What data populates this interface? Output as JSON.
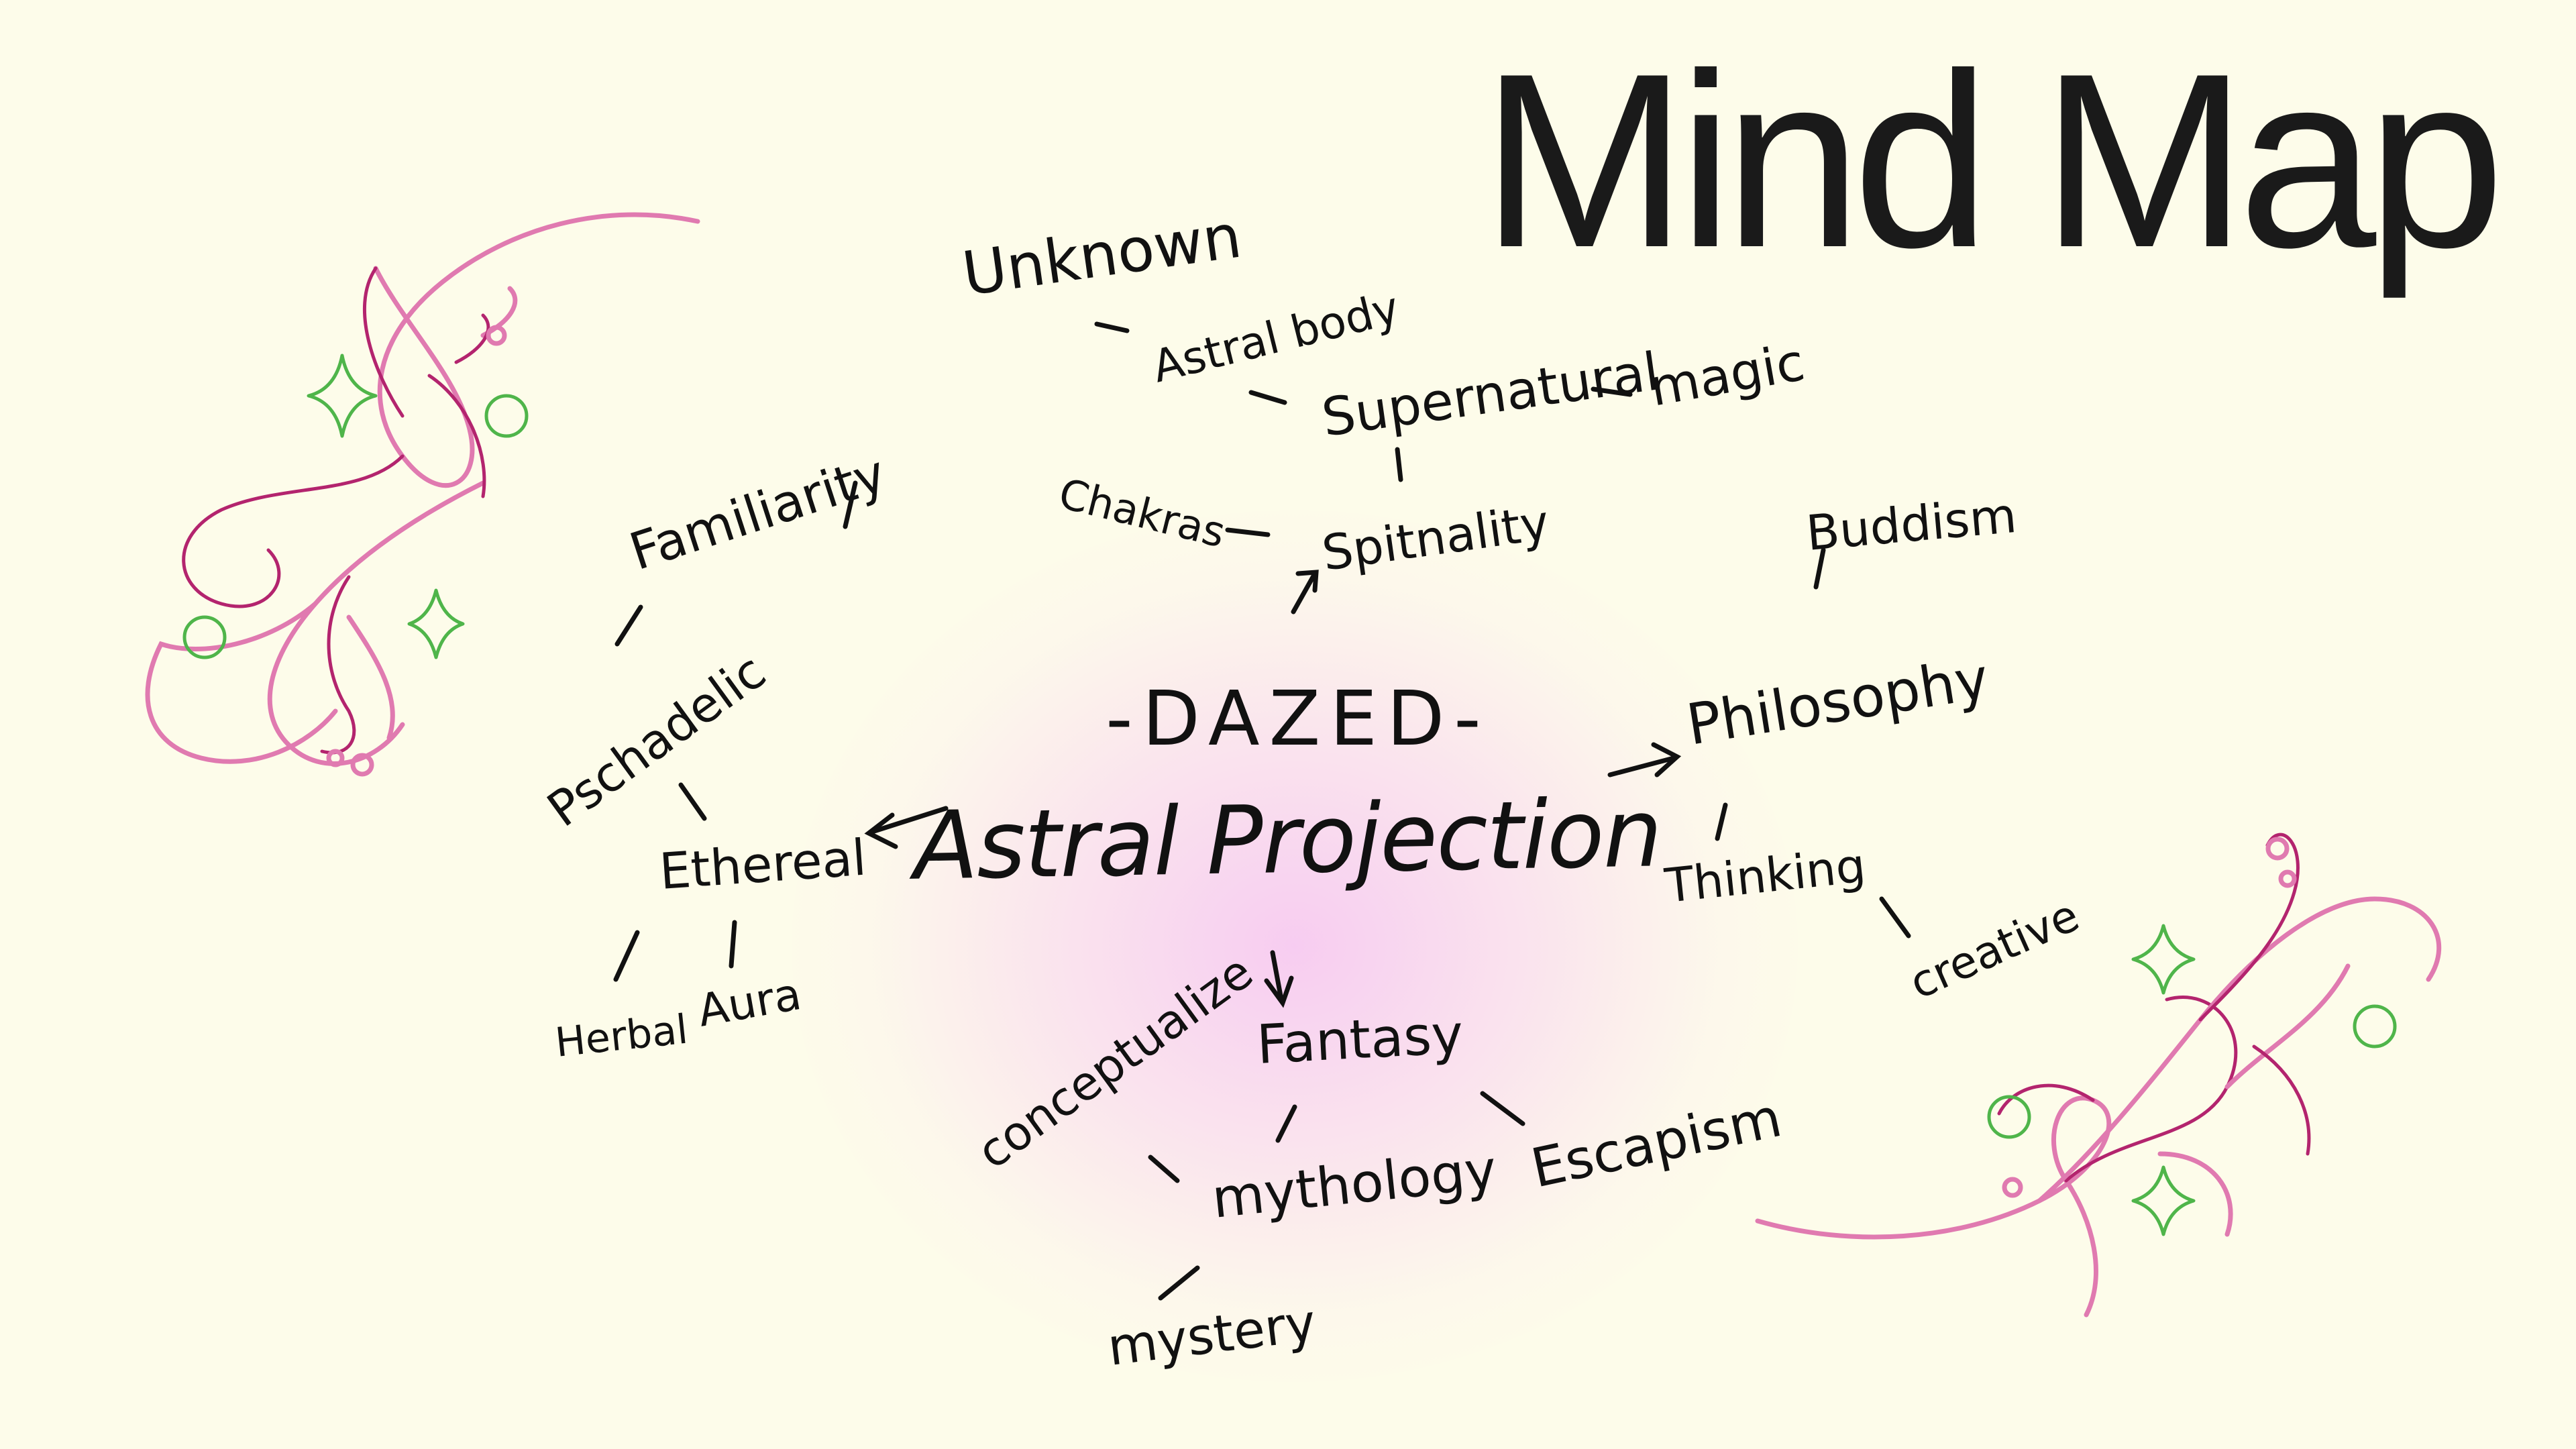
{
  "title": "Mind Map",
  "colors": {
    "background": "#fdfcea",
    "glow": "#f6c4f2",
    "ink": "#111111",
    "flourish_pink": "#e07ab0",
    "flourish_plum": "#b3246e",
    "sparkle_green": "#4fb54a"
  },
  "center": {
    "heading": "-DAZED-",
    "label": "Astral Projection"
  },
  "nodes": {
    "unknown": "Unknown",
    "astral_body": "Astral body",
    "supernatural": "Supernatural",
    "magic": "magic",
    "chakras": "Chakras",
    "spirituality": "Spitnality",
    "familiarity": "Familiarity",
    "psychedelic": "Pschadelic",
    "ethereal": "Ethereal",
    "herbal": "Herbal",
    "aura": "Aura",
    "buddism": "Buddism",
    "philosophy": "Philosophy",
    "thinking": "Thinking",
    "creative": "creative",
    "conceptualize": "conceptualize",
    "fantasy": "Fantasy",
    "mythology": "mythology",
    "escapism": "Escapism",
    "mystery": "mystery"
  },
  "decorations": [
    "flourish-top-left",
    "flourish-bottom-right",
    "sparkle-icon",
    "circle-icon"
  ]
}
